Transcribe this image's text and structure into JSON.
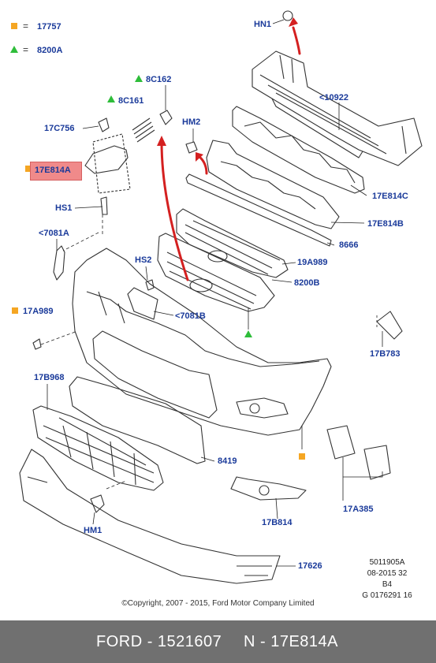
{
  "legend": [
    {
      "symbol": "orange-square",
      "label": "17757"
    },
    {
      "symbol": "green-triangle",
      "label": "8200A"
    }
  ],
  "colors": {
    "label": "#1a3a9a",
    "highlight": "#f08a8a",
    "arrow": "#d42020",
    "orange": "#f5a623",
    "green": "#2ebd3a",
    "footer_bg": "#707070"
  },
  "parts": {
    "hn1": "HN1",
    "p10922": "<10922",
    "p8c162": "8C162",
    "p8c161": "8C161",
    "hm2": "HM2",
    "p17c756": "17C756",
    "p17e814a": "17E814A",
    "p17e814c": "17E814C",
    "p17e814b": "17E814B",
    "hs1": "HS1",
    "p8666": "8666",
    "p7081a": "<7081A",
    "p19a989": "19A989",
    "hs2": "HS2",
    "p8200b": "8200B",
    "p7081b": "<7081B",
    "p17a989": "17A989",
    "p17b783": "17B783",
    "p17b968": "17B968",
    "p8419": "8419",
    "hm1": "HM1",
    "p17b814": "17B814",
    "p17a385": "17A385",
    "p17626": "17626"
  },
  "info_block": [
    "5011905A",
    "08-2015 32",
    "B4",
    "G 0176291 16"
  ],
  "copyright": "©Copyright, 2007 - 2015, Ford Motor Company Limited",
  "footer": {
    "left": "FORD - 1521607",
    "right": "N - 17E814A"
  }
}
